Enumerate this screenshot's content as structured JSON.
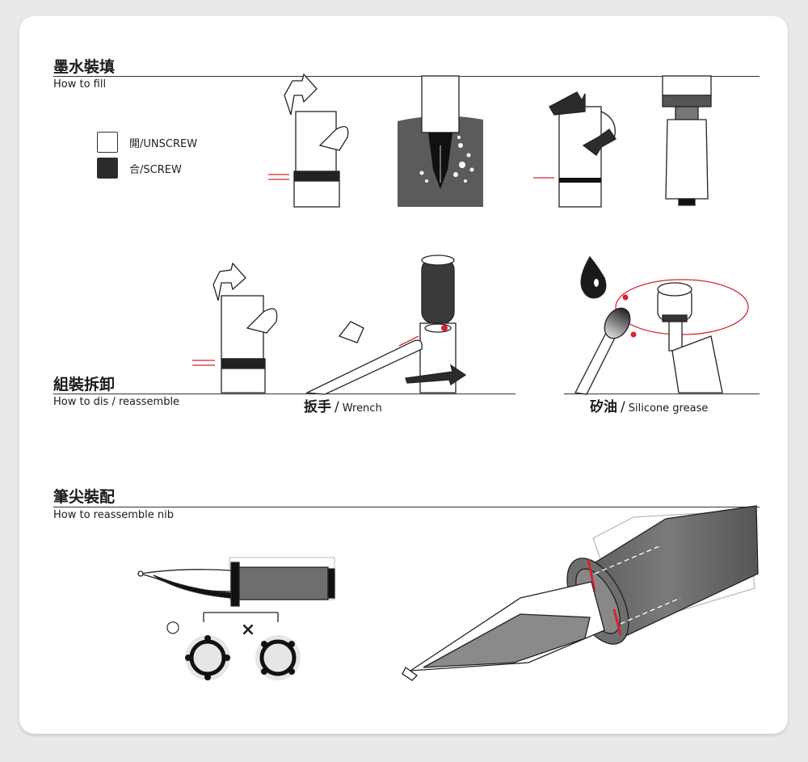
{
  "sections": {
    "fill": {
      "title_zh": "墨水裝填",
      "title_en": "How to fill"
    },
    "assemble": {
      "title_zh": "組裝拆卸",
      "title_en": "How to dis / reassemble"
    },
    "nib": {
      "title_zh": "筆尖裝配",
      "title_en": "How to reassemble nib"
    }
  },
  "legend": {
    "unscrew": "開/UNSCREW",
    "screw": "合/SCREW"
  },
  "captions": {
    "wrench": {
      "zh": "扳手",
      "sep": "/",
      "en": "Wrench"
    },
    "grease": {
      "zh": "矽油",
      "sep": "/",
      "en": "Silicone grease"
    }
  },
  "nib_marks": {
    "correct": "○",
    "wrong": "×"
  },
  "colors": {
    "accent_red": "#d4252c",
    "dark_fill": "#2b2b2b",
    "mid_gray": "#6e6e6e"
  }
}
